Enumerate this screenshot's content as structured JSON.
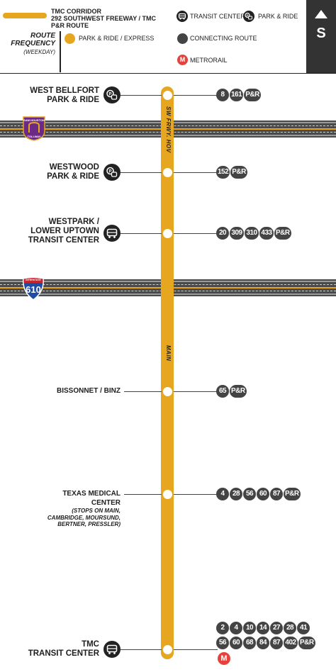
{
  "legend": {
    "corridor_title": "TMC CORRIDOR",
    "corridor_route": "292 SOUTHWEST FREEWAY / TMC",
    "corridor_type": "P&R ROUTE",
    "freq_title_1": "ROUTE",
    "freq_title_2": "FREQUENCY",
    "freq_sub": "(WEEKDAY)",
    "park_express": "PARK & RIDE / EXPRESS",
    "transit_center": "TRANSIT CENTER",
    "park_ride": "PARK & RIDE",
    "connecting_route": "CONNECTING ROUTE",
    "metrorail": "METRORAIL",
    "metrorail_glyph": "M",
    "direction": "S",
    "colors": {
      "corridor": "#e7a61f",
      "connecting": "#444444",
      "metrorail": "#e8413a"
    }
  },
  "highways": {
    "tollway_shield": {
      "line1": "SAM HOUSTON",
      "line2": "TOLLWAY"
    },
    "interstate_shield": {
      "top": "INTERSTATE",
      "number": "610"
    }
  },
  "trunk_labels": {
    "upper": "SW FRWY. HOV",
    "lower": "MAIN"
  },
  "stops": [
    {
      "name_1": "WEST BELLFORT",
      "name_2": "PARK & RIDE",
      "icon": "park-ride-icon",
      "routes": [
        "8",
        "161",
        "P&R"
      ]
    },
    {
      "name_1": "WESTWOOD",
      "name_2": "PARK & RIDE",
      "icon": "park-ride-icon",
      "routes": [
        "152",
        "P&R"
      ]
    },
    {
      "name_1": "WESTPARK /",
      "name_2": "LOWER UPTOWN",
      "name_3": "TRANSIT CENTER",
      "icon": "transit-center-icon",
      "routes": [
        "20",
        "309",
        "310",
        "433",
        "P&R"
      ]
    },
    {
      "name_1": "BISSONNET / BINZ",
      "routes": [
        "65",
        "P&R"
      ]
    },
    {
      "name_1": "TEXAS MEDICAL",
      "name_2": "CENTER",
      "note_1": "(STOPS ON MAIN,",
      "note_2": "CAMBRIDGE, MOURSUND,",
      "note_3": "BERTNER, PRESSLER)",
      "routes": [
        "4",
        "28",
        "56",
        "60",
        "87",
        "P&R"
      ]
    },
    {
      "name_1": "TMC",
      "name_2": "TRANSIT CENTER",
      "icon": "transit-center-icon",
      "routes_row1": [
        "2",
        "4",
        "10",
        "14",
        "27",
        "28",
        "41"
      ],
      "routes_row2": [
        "56",
        "60",
        "68",
        "84",
        "87",
        "402",
        "P&R"
      ],
      "metrorail": "M"
    }
  ]
}
